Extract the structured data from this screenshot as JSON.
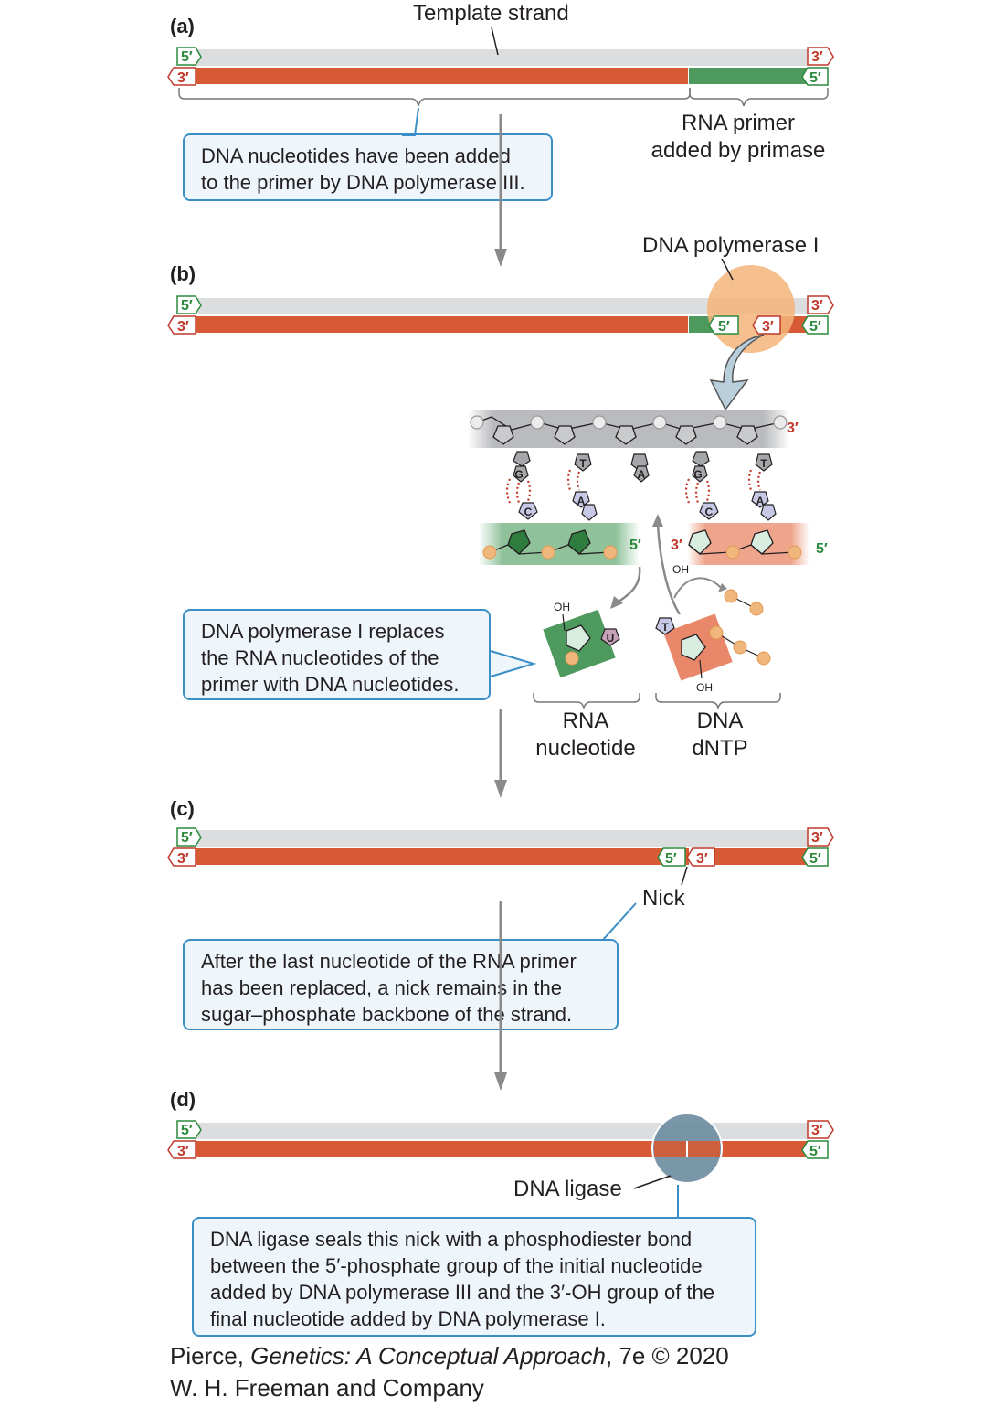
{
  "panels": {
    "a": {
      "label": "(a)"
    },
    "b": {
      "label": "(b)"
    },
    "c": {
      "label": "(c)"
    },
    "d": {
      "label": "(d)"
    }
  },
  "ends": {
    "five_prime": "5′",
    "three_prime": "3′"
  },
  "labels": {
    "template_strand": "Template strand",
    "rna_primer": "RNA primer\nadded by primase",
    "dna_polymerase_1": "DNA polymerase I",
    "rna_nucleotide": "RNA\nnucleotide",
    "dna_dntp": "DNA\ndNTP",
    "nick": "Nick",
    "dna_ligase": "DNA ligase",
    "oh": "OH"
  },
  "bases": {
    "G": "G",
    "C": "C",
    "T": "T",
    "A": "A",
    "U": "U"
  },
  "callouts": {
    "a": "DNA nucleotides have been added\nto the primer by DNA polymerase III.",
    "b": "DNA polymerase I replaces\nthe RNA nucleotides of the\nprimer with DNA nucleotides.",
    "c": "After the last nucleotide of the RNA primer\nhas been replaced, a nick remains in the\nsugar–phosphate backbone of the strand.",
    "d": "DNA ligase seals this nick with a phosphodiester bond\nbetween the 5′-phosphate group of the initial nucleotide\nadded by DNA polymerase III and the 3′-OH group of the\nfinal nucleotide added by DNA polymerase I."
  },
  "credit": {
    "line1_prefix": "Pierce, ",
    "line1_title": "Genetics: A Conceptual Approach",
    "line1_suffix": ", 7e © 2020",
    "line2": "W. H. Freeman and Company"
  },
  "colors": {
    "template": "#dcdddf",
    "new_strand": "#d65a34",
    "rna_primer": "#4e9a5e",
    "enzyme_pol1": "#f3b47a",
    "enzyme_ligase": "#6f8ea3",
    "callout_border": "#3b8fc6",
    "callout_fill": "#eef6fb",
    "five_prime_text": "#2c8a3d",
    "three_prime_text": "#c0392b"
  }
}
